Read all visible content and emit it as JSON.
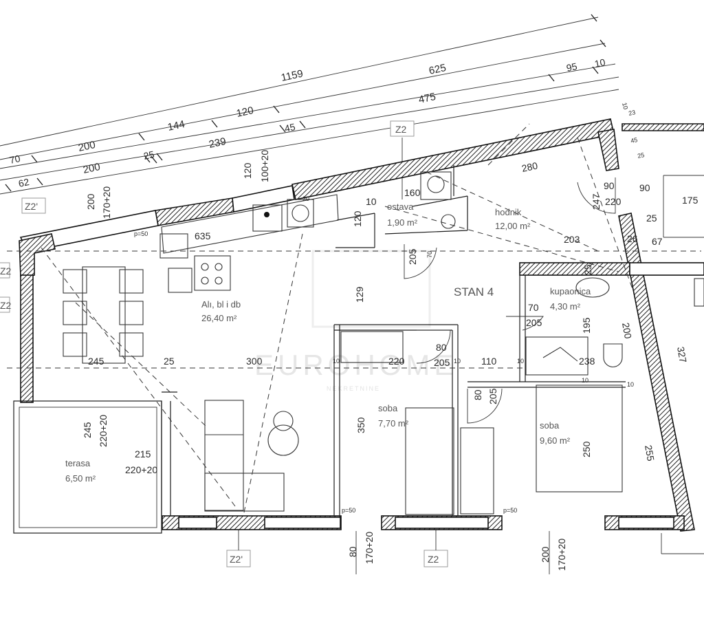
{
  "top_dimensions": {
    "row1": [
      "1159",
      "625",
      "95",
      "10"
    ],
    "row2": [
      "144",
      "120",
      "475"
    ],
    "row3": [
      "70",
      "200",
      "239",
      "45"
    ],
    "row4": [
      "62",
      "200",
      "25",
      "120",
      "100+20"
    ],
    "right": [
      "10",
      "23",
      "45",
      "25"
    ]
  },
  "section_tags": {
    "top": "Z2",
    "left_upper": "Z2'",
    "left_mid_1": "Z2",
    "left_mid_2": "Z2",
    "bottom_left": "Z2'",
    "bottom_mid": "Z2"
  },
  "apartment_label": "STAN 4",
  "rooms": {
    "living": {
      "name": "Alı, bl i db",
      "area": "26,40 m²"
    },
    "storage": {
      "name": "ostava",
      "area": "1,90 m²"
    },
    "hallway": {
      "name": "hodnik",
      "area": "12,00 m²"
    },
    "bathroom": {
      "name": "kupaonica",
      "area": "4,30 m²"
    },
    "bedroom1": {
      "name": "soba",
      "area": "7,70 m²"
    },
    "bedroom2": {
      "name": "soba",
      "area": "9,60 m²"
    },
    "terrace": {
      "name": "terasa",
      "area": "6,50 m²"
    }
  },
  "inner_dimensions": {
    "d_280": "280",
    "d_160": "160",
    "d_90a": "90",
    "d_90b": "90",
    "d_220a": "220",
    "d_247": "247",
    "d_175": "175",
    "d_25a": "25",
    "d_26": "26",
    "d_67": "67",
    "d_203": "203",
    "d_25b": "25",
    "d_635": "635",
    "d_120a": "120",
    "d_10a": "10",
    "d_20": "20",
    "d_205a": "205",
    "d_70a": "70",
    "d_129": "129",
    "d_70b": "70",
    "d_205b": "205",
    "d_195": "195",
    "d_200a": "200",
    "d_327": "327",
    "d_245a": "245",
    "d_25c": "25",
    "d_300": "300",
    "d_10b": "10",
    "d_220b": "220",
    "d_80a": "80",
    "d_205c": "205",
    "d_10c": "10",
    "d_110": "110",
    "d_10d": "10",
    "d_238": "238",
    "d_10e": "10",
    "d_10f": "10",
    "d_80b": "80",
    "d_205d": "205",
    "d_350": "350",
    "d_250": "250",
    "d_255": "255",
    "d_245b": "245",
    "d_220_20a": "220+20",
    "d_215": "215",
    "d_220_20b": "220+20",
    "d_200b": "200",
    "d_170_20a": "170+20",
    "d_120b": "120",
    "d_80c": "80",
    "d_170_20b": "170+20",
    "d_200c": "200",
    "d_170_20c": "170+20",
    "p50a": "p=50",
    "p50b": "p=50",
    "p50c": "p=50"
  },
  "watermark": {
    "brand": "EUROHOME",
    "sub": "NEKRETNINE"
  }
}
